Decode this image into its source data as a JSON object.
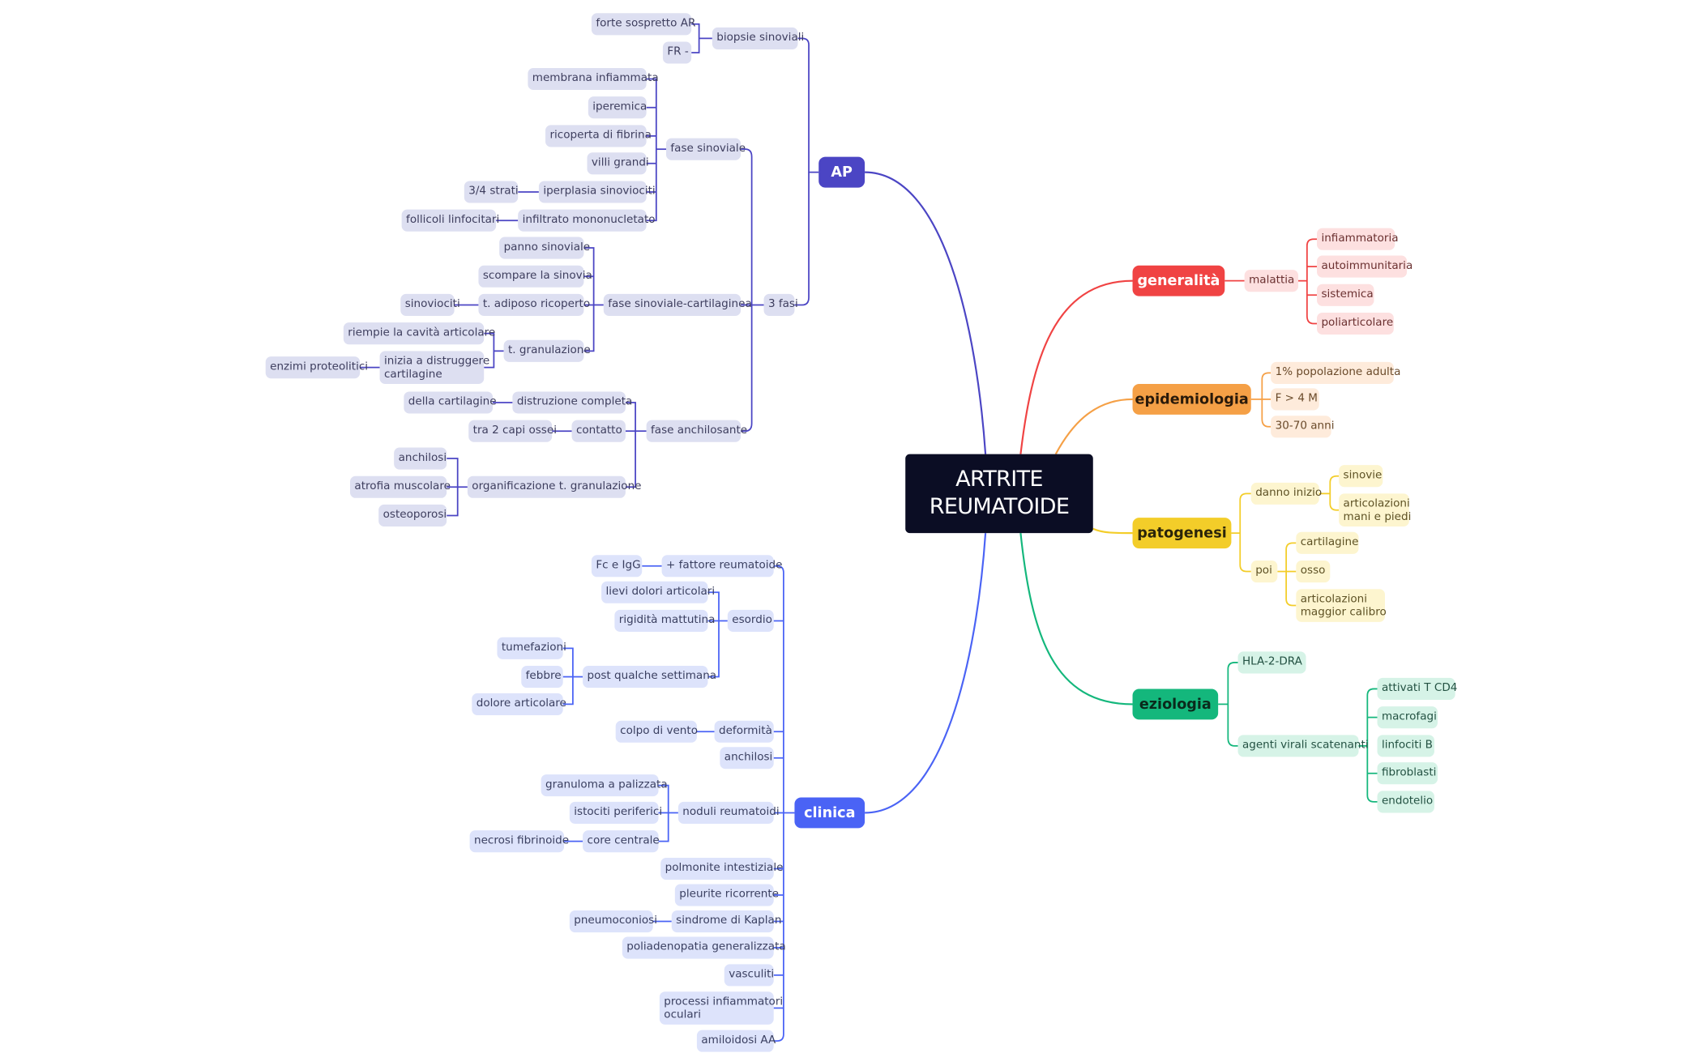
{
  "root": {
    "line1": "ARTRITE",
    "line2": "REUMATOIDE"
  },
  "colors": {
    "root": "#0b0d24",
    "ap": "#4b45c4",
    "clinica": "#4a63f5",
    "generalita": "#f04343",
    "epidemiologia": "#f5a046",
    "patogenesi": "#f3cd29",
    "eziologia": "#14b77c"
  },
  "ap": {
    "label": "AP",
    "biopsie": {
      "label": "biopsie sinoviali",
      "children": [
        "forte sospretto AR",
        "FR -"
      ]
    },
    "tre_fasi": {
      "label": "3 fasi",
      "fase_sinoviale": {
        "label": "fase sinoviale",
        "membrana": "membrana infiammata",
        "iperemica": "iperemica",
        "fibrina": "ricoperta di fibrina",
        "villi": "villi grandi",
        "iperplasia": "iperplasia sinoviociti",
        "strati": "3/4 strati",
        "infiltrato": "infiltrato mononucletato",
        "follicoli": "follicoli linfocitari"
      },
      "fase_cartilaginea": {
        "label": "fase sinoviale-cartilaginea",
        "panno": "panno sinoviale",
        "scompare": "scompare la sinovia",
        "adiposo": "t. adiposo ricoperto",
        "sinoviociti": "sinoviociti",
        "granulazione": "t. granulazione",
        "riempie": "riempie la cavità articolare",
        "inizia_1": "inizia a distruggere",
        "inizia_2": "cartilagine",
        "enzimi": "enzimi proteolitici"
      },
      "fase_anchilosante": {
        "label": "fase anchilosante",
        "distruzione": "distruzione completa",
        "della": "della cartilagine",
        "contatto": "contatto",
        "capi": "tra 2 capi ossei",
        "organificazione": "organificazione t. granulazione",
        "anchilosi": "anchilosi",
        "atrofia": "atrofia muscolare",
        "osteoporosi": "osteoporosi"
      }
    }
  },
  "clinica": {
    "label": "clinica",
    "fattore": "+ fattore reumatoide",
    "fc": "Fc e IgG",
    "esordio": "esordio",
    "lievi": "lievi dolori articolari",
    "rigidita": "rigidità mattutina",
    "post": "post qualche settimana",
    "tumefazioni": "tumefazioni",
    "febbre": "febbre",
    "dolore": "dolore articolare",
    "deformita": "deformità",
    "colpo": "colpo di vento",
    "anchilosi": "anchilosi",
    "noduli": "noduli reumatoidi",
    "granuloma": "granuloma a palizzata",
    "istociti": "istociti periferici",
    "core": "core centrale",
    "necrosi": "necrosi fibrinoide",
    "polmonite": "polmonite intestiziale",
    "pleurite": "pleurite ricorrente",
    "kaplan": "sindrome di Kaplan",
    "pneumoconiosi": "pneumoconiosi",
    "poliadenopatia": "poliadenopatia generalizzata",
    "vasculiti": "vasculiti",
    "processi_1": "processi infiammatori",
    "processi_2": "oculari",
    "amiloidosi": "amiloidosi AA"
  },
  "generalita": {
    "label": "generalità",
    "malattia": "malattia",
    "items": [
      "infiammatoria",
      "autoimmunitaria",
      "sistemica",
      "poliarticolare"
    ]
  },
  "epidemiologia": {
    "label": "epidemiologia",
    "items": [
      "1% popolazione adulta",
      "F > 4 M",
      "30-70 anni"
    ]
  },
  "patogenesi": {
    "label": "patogenesi",
    "danno": "danno inizio",
    "sinovie": "sinovie",
    "art1_1": "articolazioni",
    "art1_2": "mani e piedi",
    "poi": "poi",
    "cartilagine": "cartilagine",
    "osso": "osso",
    "art2_1": "articolazioni",
    "art2_2": "maggior calibro"
  },
  "eziologia": {
    "label": "eziologia",
    "hla": "HLA-2-DRA",
    "agenti": "agenti virali scatenanti",
    "items": [
      "attivati T CD4",
      "macrofagi",
      "linfociti B",
      "fibroblasti",
      "endotelio"
    ]
  }
}
